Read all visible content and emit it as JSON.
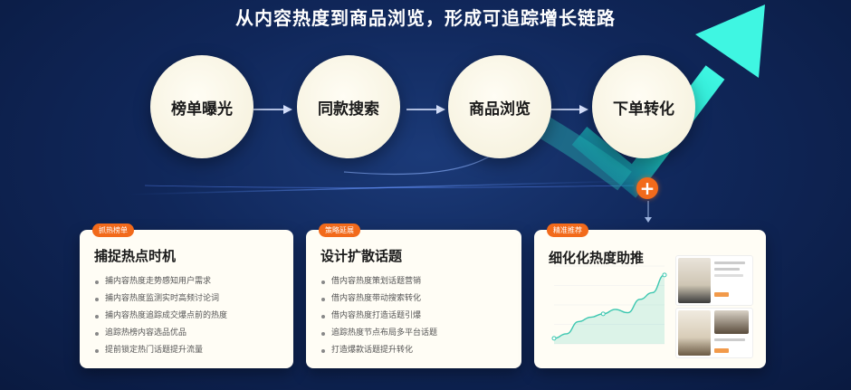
{
  "headline": "从内容热度到商品浏览，形成可追踪增长链路",
  "steps": [
    {
      "label": "榜单曝光"
    },
    {
      "label": "同款搜索"
    },
    {
      "label": "商品浏览"
    },
    {
      "label": "下单转化"
    }
  ],
  "plus_symbol": "+",
  "cards": [
    {
      "tag": "抓热榜单",
      "title": "捕捉热点时机",
      "bullets": [
        "捕内容热度走势感知用户需求",
        "捕内容热度监测实时高频讨论词",
        "捕内容热度追踪成交爆点前的热度",
        "追踪热榜内容选品优品",
        "提前锁定热门话题提升流量"
      ]
    },
    {
      "tag": "策略延展",
      "title": "设计扩散话题",
      "bullets": [
        "借内容热度策划话题营销",
        "借内容热度带动搜索转化",
        "借内容热度打造话题引爆",
        "追踪热度节点布局多平台话题",
        "打造爆款话题提升转化"
      ]
    },
    {
      "tag": "精准推荐",
      "title": "细化化热度助推"
    }
  ],
  "colors": {
    "accent_orange": "#f26a1b",
    "card_bg": "#fffdf5",
    "bg_dark": "#0a1a40",
    "arrow_teal": "#2ff3dc",
    "chart_line": "#3cc7b0"
  },
  "chart_data": {
    "type": "area",
    "x": [
      1,
      2,
      3,
      4,
      5,
      6,
      7,
      8,
      9,
      10
    ],
    "values": [
      5,
      9,
      20,
      24,
      27,
      31,
      28,
      40,
      46,
      62
    ],
    "ylim": [
      0,
      70
    ],
    "title": "",
    "xlabel": "",
    "ylabel": ""
  }
}
